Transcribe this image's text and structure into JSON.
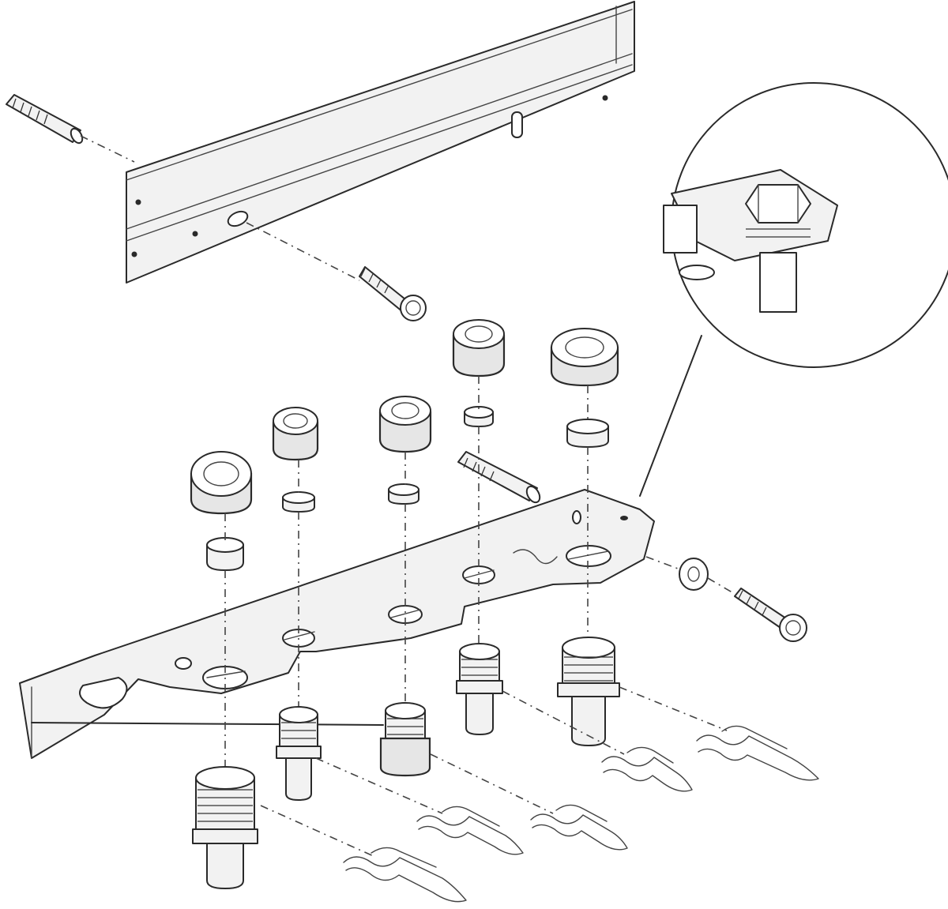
{
  "diagram": {
    "style": "exploded line-art assembly drawing",
    "stroke_color": "#2a2a2a",
    "background_color": "#ffffff",
    "parts": [
      "top-mounting-rail",
      "wall-plug",
      "screw",
      "manifold-bracket",
      "union-nut",
      "olive-ring",
      "threaded-nipple",
      "retaining-clip",
      "washer",
      "detail-callout"
    ]
  }
}
